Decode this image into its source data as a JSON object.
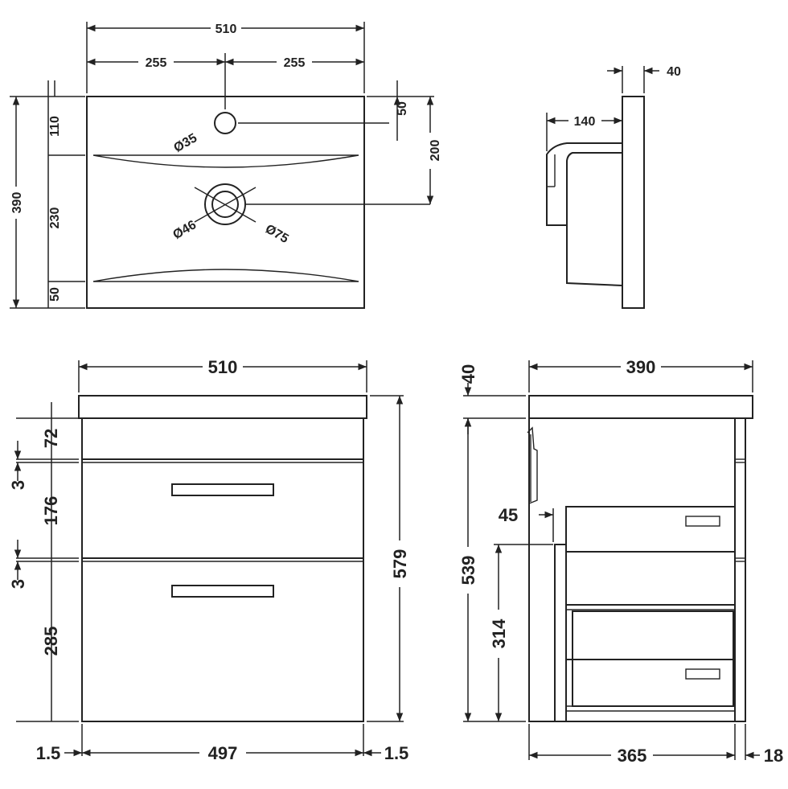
{
  "colors": {
    "line": "#222222",
    "background": "#ffffff"
  },
  "top_view": {
    "width_total": "510",
    "width_left": "255",
    "width_right": "255",
    "depth_total": "390",
    "offset_top": "110",
    "bowl_span": "230",
    "offset_bottom": "50",
    "tap_hole_offset": "50",
    "waste_offset": "200",
    "tap_hole_diameter": "Ø35",
    "waste_inner_diameter": "Ø46",
    "waste_outer_diameter": "Ø75"
  },
  "side_view_top": {
    "top_thickness": "40",
    "basin_projection": "140"
  },
  "front_view": {
    "width_total": "510",
    "height_top_rail": "72",
    "gap_1": "3",
    "drawer_1": "176",
    "gap_2": "3",
    "drawer_2": "285",
    "height_total": "579",
    "carcass_width": "497",
    "side_margin_left": "1.5",
    "side_margin_right": "1.5"
  },
  "side_view_bottom": {
    "top_thickness": "40",
    "depth_total": "390",
    "trap_offset": "45",
    "cabinet_height": "539",
    "trap_height": "314",
    "carcass_depth": "365",
    "door_thickness": "18"
  }
}
